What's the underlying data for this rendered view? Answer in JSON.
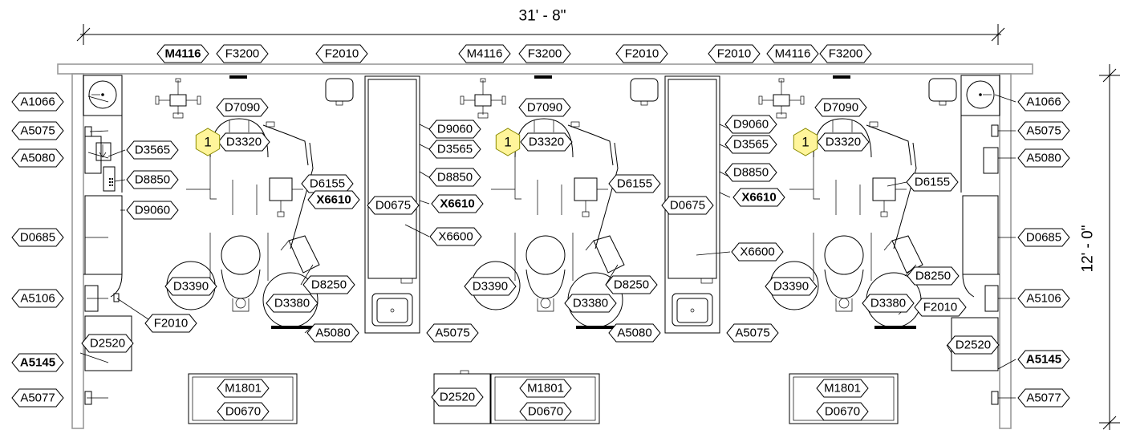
{
  "dimensions": {
    "width_label": "31' - 8\"",
    "height_label": "12' - 0\""
  },
  "callout_number": "1",
  "tags": [
    "M4116",
    "F3200",
    "F2010",
    "M4116",
    "F3200",
    "F2010",
    "F2010",
    "M4116",
    "F3200",
    "A1066",
    "A5075",
    "A5080",
    "D0685",
    "A5106",
    "A5145",
    "A5077",
    "A1066",
    "A5075",
    "A5080",
    "D0685",
    "A5106",
    "A5145",
    "A5077",
    "D3565",
    "D8850",
    "D9060",
    "F2010",
    "D2520",
    "D7090",
    "D3320",
    "D6155",
    "X6610",
    "D3390",
    "D3380",
    "D8250",
    "A5080",
    "D9060",
    "D3565",
    "D8850",
    "X6610",
    "D0675",
    "X6600",
    "A5075",
    "D7090",
    "D3320",
    "D6155",
    "D3390",
    "D3380",
    "D8250",
    "A5080",
    "D9060",
    "D3565",
    "D8850",
    "X6610",
    "D0675",
    "X6600",
    "A5075",
    "D7090",
    "D3320",
    "D6155",
    "D3390",
    "D3380",
    "D8250",
    "F2010",
    "D2520",
    "M1801",
    "D0670",
    "D2520",
    "M1801",
    "D0670",
    "M1801",
    "D0670"
  ]
}
